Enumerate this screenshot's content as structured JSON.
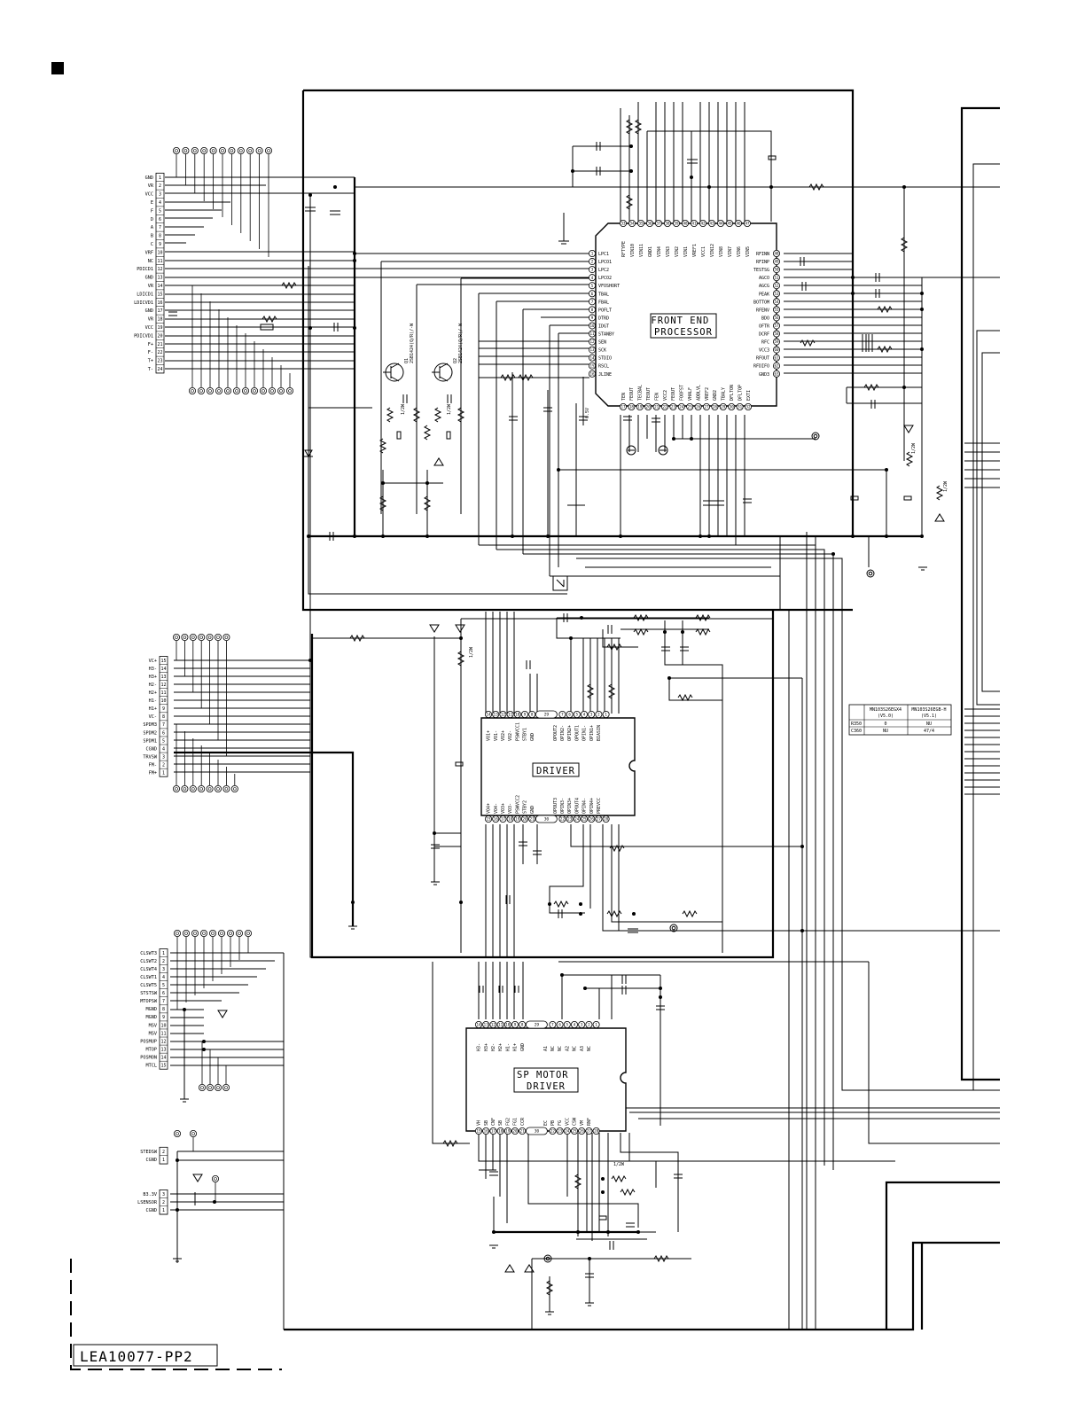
{
  "ic": {
    "fep": {
      "title_lines": [
        "FRONT END",
        "PROCESSOR"
      ],
      "top_pins": [
        "RFTYPE",
        "VIN10",
        "VIN11",
        "GND1",
        "VIN4",
        "VIN3",
        "VIN2",
        "VIN1",
        "VREF1",
        "VCC1",
        "VIN12",
        "VIN8",
        "VIN7",
        "VIN6",
        "VIN5"
      ],
      "left_pins": [
        "LPC1",
        "LPCO1",
        "LPC2",
        "LPCO2",
        "VFOSHORT",
        "TBAL",
        "FBAL",
        "POFLT",
        "DTRD",
        "IDGT",
        "STANBY",
        "SEN",
        "SCK",
        "STDIO",
        "RSCL",
        "JLINE"
      ],
      "right_pins": [
        "RFINN",
        "RFINP",
        "TESTSG",
        "AGCO",
        "AGCG",
        "PEAK",
        "BOTTOM",
        "RFENV",
        "BDO",
        "OFTR",
        "DCRF",
        "RFC",
        "VCC3",
        "RFOUT",
        "RFDIFO",
        "GND3"
      ],
      "bottom_pins": [
        "TEN",
        "FEOUT",
        "TECBAL",
        "TEOUT",
        "FEN",
        "VCC2",
        "FEOUT",
        "FOOFST",
        "VHALF",
        "ADDLVL",
        "VREF2",
        "GND2",
        "TBALY",
        "DFLTON",
        "DFLTOP",
        "EXTI"
      ],
      "top_nums": [
        "33",
        "34",
        "35",
        "36",
        "37",
        "38",
        "39",
        "40",
        "41",
        "42",
        "43",
        "44",
        "45",
        "46",
        "47"
      ],
      "left_nums": [
        "1",
        "2",
        "3",
        "4",
        "5",
        "6",
        "7",
        "8",
        "9",
        "10",
        "11",
        "12",
        "13",
        "14",
        "15",
        "16"
      ],
      "right_nums": [
        "48",
        "49",
        "50",
        "51",
        "52",
        "53",
        "54",
        "55",
        "56",
        "57",
        "58",
        "59",
        "60",
        "61",
        "62",
        "63"
      ],
      "bottom_nums": [
        "17",
        "18",
        "19",
        "20",
        "21",
        "22",
        "23",
        "24",
        "25",
        "26",
        "27",
        "28",
        "29",
        "30",
        "31",
        "32"
      ]
    },
    "driver": {
      "title": "DRIVER",
      "top_pins": [
        "VO1+",
        "VO1-",
        "VO2+",
        "VO2-",
        "PSWVCC1",
        "STBY1",
        "GND",
        "",
        "",
        "OPOUT2",
        "OPIN2-",
        "OPIN2+",
        "OPOUT1",
        "OPIN1-",
        "OPIN1+",
        "BIASIN"
      ],
      "bottom_pins": [
        "VO4+",
        "VO4-",
        "VO3+",
        "VO3-",
        "PSWVCC2",
        "STBY2",
        "GND",
        "",
        "",
        "OPOUT3",
        "OPIN3-",
        "OPIN3+",
        "OPOUT4",
        "OPIN4-",
        "OPIN4+",
        "PREVCC"
      ],
      "top_nums": [
        "14",
        "13",
        "12",
        "11",
        "10",
        "9",
        "8",
        "29",
        "7",
        "6",
        "5",
        "4",
        "3",
        "2",
        "1"
      ],
      "bottom_nums": [
        "15",
        "16",
        "17",
        "18",
        "19",
        "20",
        "21",
        "30",
        "22",
        "23",
        "24",
        "25",
        "26",
        "27",
        "28"
      ]
    },
    "sp": {
      "title_lines": [
        "SP MOTOR",
        "DRIVER"
      ],
      "top_pins": [
        "H3-",
        "H3+",
        "H2-",
        "H2+",
        "H1-",
        "H1+",
        "GND",
        "",
        "A1",
        "NC",
        "NC",
        "A2",
        "NC",
        "A3",
        "NC"
      ],
      "bottom_pins": [
        "VH",
        "SB",
        "CNF",
        "SB",
        "FG2",
        "FG1",
        "CCR",
        "",
        "EC",
        "PB",
        "FG",
        "VCC",
        "CSW",
        "VM",
        "RNF"
      ],
      "top_nums": [
        "14",
        "13",
        "12",
        "11",
        "10",
        "9",
        "8",
        "29",
        "7",
        "6",
        "5",
        "4",
        "3",
        "2",
        "1"
      ],
      "bottom_nums": [
        "15",
        "16",
        "17",
        "18",
        "19",
        "20",
        "21",
        "30",
        "22",
        "23",
        "24",
        "25",
        "26",
        "27",
        "28"
      ]
    }
  },
  "connectors": {
    "cn1": {
      "labels": [
        "GND",
        "VR",
        "VCC",
        "E",
        "F",
        "D",
        "A",
        "B",
        "C",
        "VRF",
        "NC",
        "PDICD1",
        "GND",
        "VR",
        "LDICD1",
        "LDICVD1",
        "GND",
        "VR",
        "VCC",
        "PDICVD1",
        "F+",
        "F-",
        "T+",
        "T-"
      ],
      "nums": [
        "1",
        "2",
        "3",
        "4",
        "5",
        "6",
        "7",
        "8",
        "9",
        "10",
        "11",
        "12",
        "13",
        "14",
        "15",
        "16",
        "17",
        "18",
        "19",
        "20",
        "21",
        "22",
        "23",
        "24"
      ]
    },
    "cn2": {
      "labels": [
        "VC+",
        "H3-",
        "H3+",
        "H2-",
        "H2+",
        "H1-",
        "H1+",
        "VC-",
        "SPDM3",
        "SPDM2",
        "SPDM1",
        "CGND",
        "TRVSW",
        "FM-",
        "FM+"
      ],
      "nums": [
        "15",
        "14",
        "13",
        "12",
        "11",
        "10",
        "9",
        "8",
        "7",
        "6",
        "5",
        "4",
        "3",
        "2",
        "1"
      ]
    },
    "cn3": {
      "labels": [
        "CLSWT3",
        "CLSWT2",
        "CLSWT4",
        "CLSWT1",
        "CLSWT5",
        "STSTSW",
        "MTOPSW",
        "MGND",
        "MGND",
        "MSV",
        "MSV",
        "POSMUP",
        "MTOP",
        "POSMON",
        "MTCL"
      ],
      "nums": [
        "1",
        "2",
        "3",
        "4",
        "5",
        "6",
        "7",
        "8",
        "9",
        "10",
        "11",
        "12",
        "13",
        "14",
        "15"
      ]
    },
    "cn4": {
      "labels": [
        "STEDSW",
        "CGND"
      ],
      "nums": [
        "2",
        "1"
      ]
    },
    "cn5": {
      "labels": [
        "B3.3V",
        "LSENSOR",
        "CGND"
      ],
      "nums": [
        "3",
        "2",
        "1"
      ]
    }
  },
  "transistors": [
    {
      "label_lines": [
        "Q1",
        "2SB1424(Q/R)/-W"
      ]
    },
    {
      "label_lines": [
        "Q2",
        "2SB1424(Q/R)/-W"
      ]
    }
  ],
  "resistor_notes": {
    "r1": "1/2W",
    "r2": "1/2W",
    "r3": "1/2W",
    "r4": "1/2W",
    "r5": "1/2W",
    "r6": "1/2W",
    "v05": "0.5V"
  },
  "variants": {
    "headers": [
      "",
      "MN103S26EGX4\n(V5.0)",
      "MN103S26EGB-H\n(V5.1)"
    ],
    "rows": [
      [
        "R350",
        "0",
        "NU"
      ],
      [
        "C360",
        "NU",
        "47/4"
      ]
    ]
  },
  "board_id": "LEA10077-PP2"
}
